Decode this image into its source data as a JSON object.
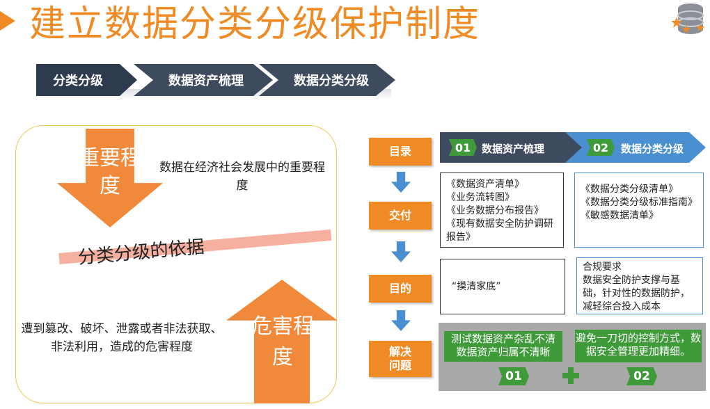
{
  "title": "建立数据分类分级保护制度",
  "top_steps": [
    "分类分级",
    "数据资产梳理",
    "数据分类分级"
  ],
  "left": {
    "importance": "重要程度",
    "importance_desc": "数据在经济社会发展中的重要程度",
    "basis": "分类分级的依据",
    "harm": "危害程度",
    "harm_desc": "遭到篡改、破坏、泄露或者非法获取、非法利用，造成的危害程度"
  },
  "steps": [
    "目录",
    "交付",
    "目的",
    "解决问题"
  ],
  "right": {
    "header1": {
      "num": "01",
      "label": "数据资产梳理"
    },
    "header2": {
      "num": "02",
      "label": "数据分类分级"
    },
    "deliver_left": "《数据资产清单》\n《业务流转图》\n《业务数据分布报告》\n《现有数据安全防护调研报告》",
    "deliver_right": "《数据分类分级清单》\n《数据分类分级标准指南》\n《敏感数据清单》",
    "purpose_left": "“摸清家底”",
    "purpose_right": "合规要求\n数据安全防护支撑与基础，针对性的数据防护，减轻综合投入成本",
    "solve_left": "测试数据资产杂乱不清\n数据资产归属不清晰",
    "solve_right": "避免一刀切的控制方式，数据安全管理更加精细。",
    "badge1": "01",
    "badge2": "02"
  }
}
